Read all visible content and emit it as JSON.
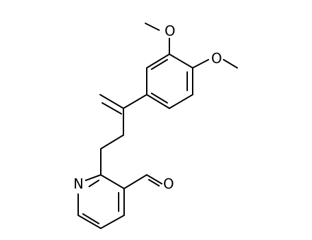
{
  "diagram": {
    "type": "chemical-structure",
    "background_color": "#ffffff",
    "bond_color": "#000000",
    "atom_labels": {
      "methoxy_top_oxygen": "O",
      "methoxy_right_oxygen": "O",
      "pyridine_nitrogen": "N",
      "aldehyde_oxygen": "O"
    }
  }
}
